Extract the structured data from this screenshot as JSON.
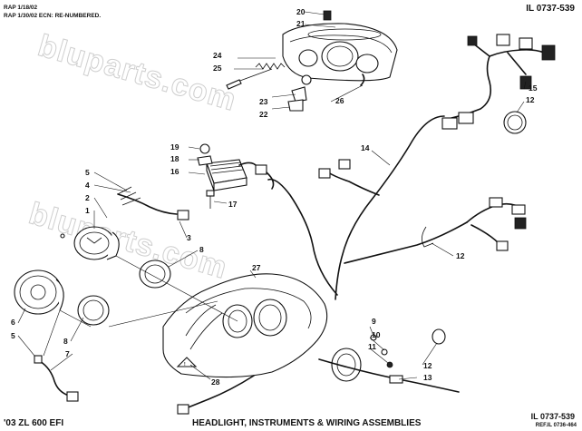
{
  "header": {
    "revision_1": "RAP 1/18/02",
    "revision_2": "RAP 1/30/02 ECN: RE-NUMBERED.",
    "illustration_id": "IL 0737-539"
  },
  "footer": {
    "model": "'03 ZL 600 EFI",
    "title": "HEADLIGHT, INSTRUMENTS & WIRING ASSEMBLIES",
    "illustration_id": "IL 0737-539",
    "reference": "REF.IL 0736-464"
  },
  "watermark": "bluparts.com",
  "callouts": {
    "c1": "1",
    "c2": "2",
    "c3": "3",
    "c4": "4",
    "c5a": "5",
    "c5b": "5",
    "c6": "6",
    "c7": "7",
    "c8a": "8",
    "c8b": "8",
    "c9": "9",
    "c10": "10",
    "c11": "11",
    "c12a": "12",
    "c12b": "12",
    "c12c": "12",
    "c13": "13",
    "c14": "14",
    "c15": "15",
    "c16": "16",
    "c17": "17",
    "c18": "18",
    "c19": "19",
    "c20": "20",
    "c21": "21",
    "c22": "22",
    "c23": "23",
    "c24": "24",
    "c25": "25",
    "c26": "26",
    "c27": "27",
    "c28": "28"
  }
}
